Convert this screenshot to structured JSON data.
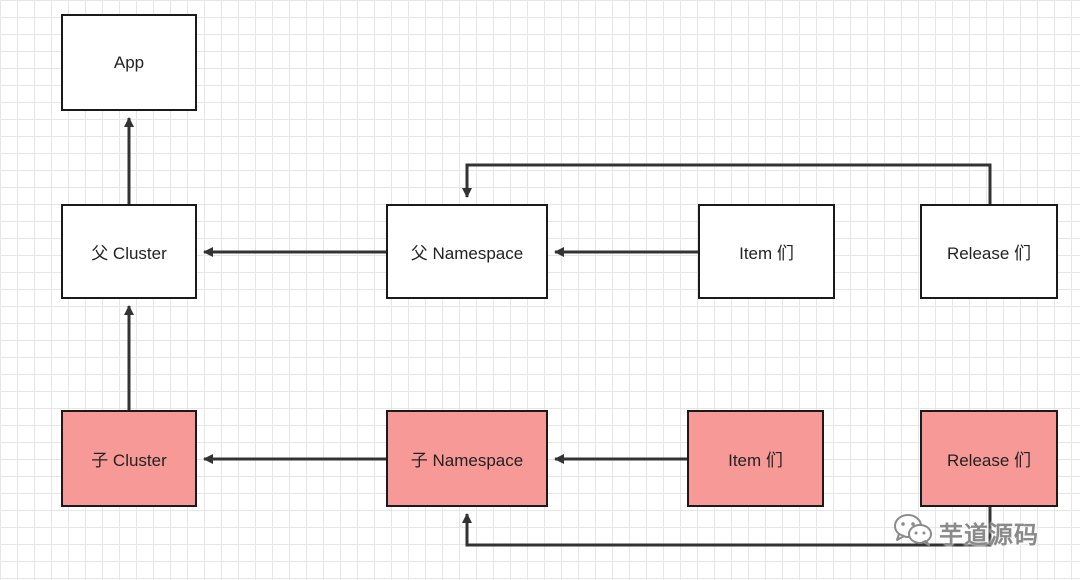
{
  "nodes": {
    "app": "App",
    "parent_cluster": "父 Cluster",
    "parent_namespace": "父 Namespace",
    "parent_items": "Item 们",
    "parent_releases": "Release 们",
    "child_cluster": "子 Cluster",
    "child_namespace": "子 Namespace",
    "child_items": "Item 们",
    "child_releases": "Release 们"
  },
  "watermark": {
    "text": "芋道源码",
    "icon": "wechat-icon"
  },
  "colors": {
    "parent_fill": "#ffffff",
    "child_fill": "#f79a97",
    "border": "#1a1a1a",
    "edge": "#333333",
    "grid": "#e6e6e6"
  }
}
